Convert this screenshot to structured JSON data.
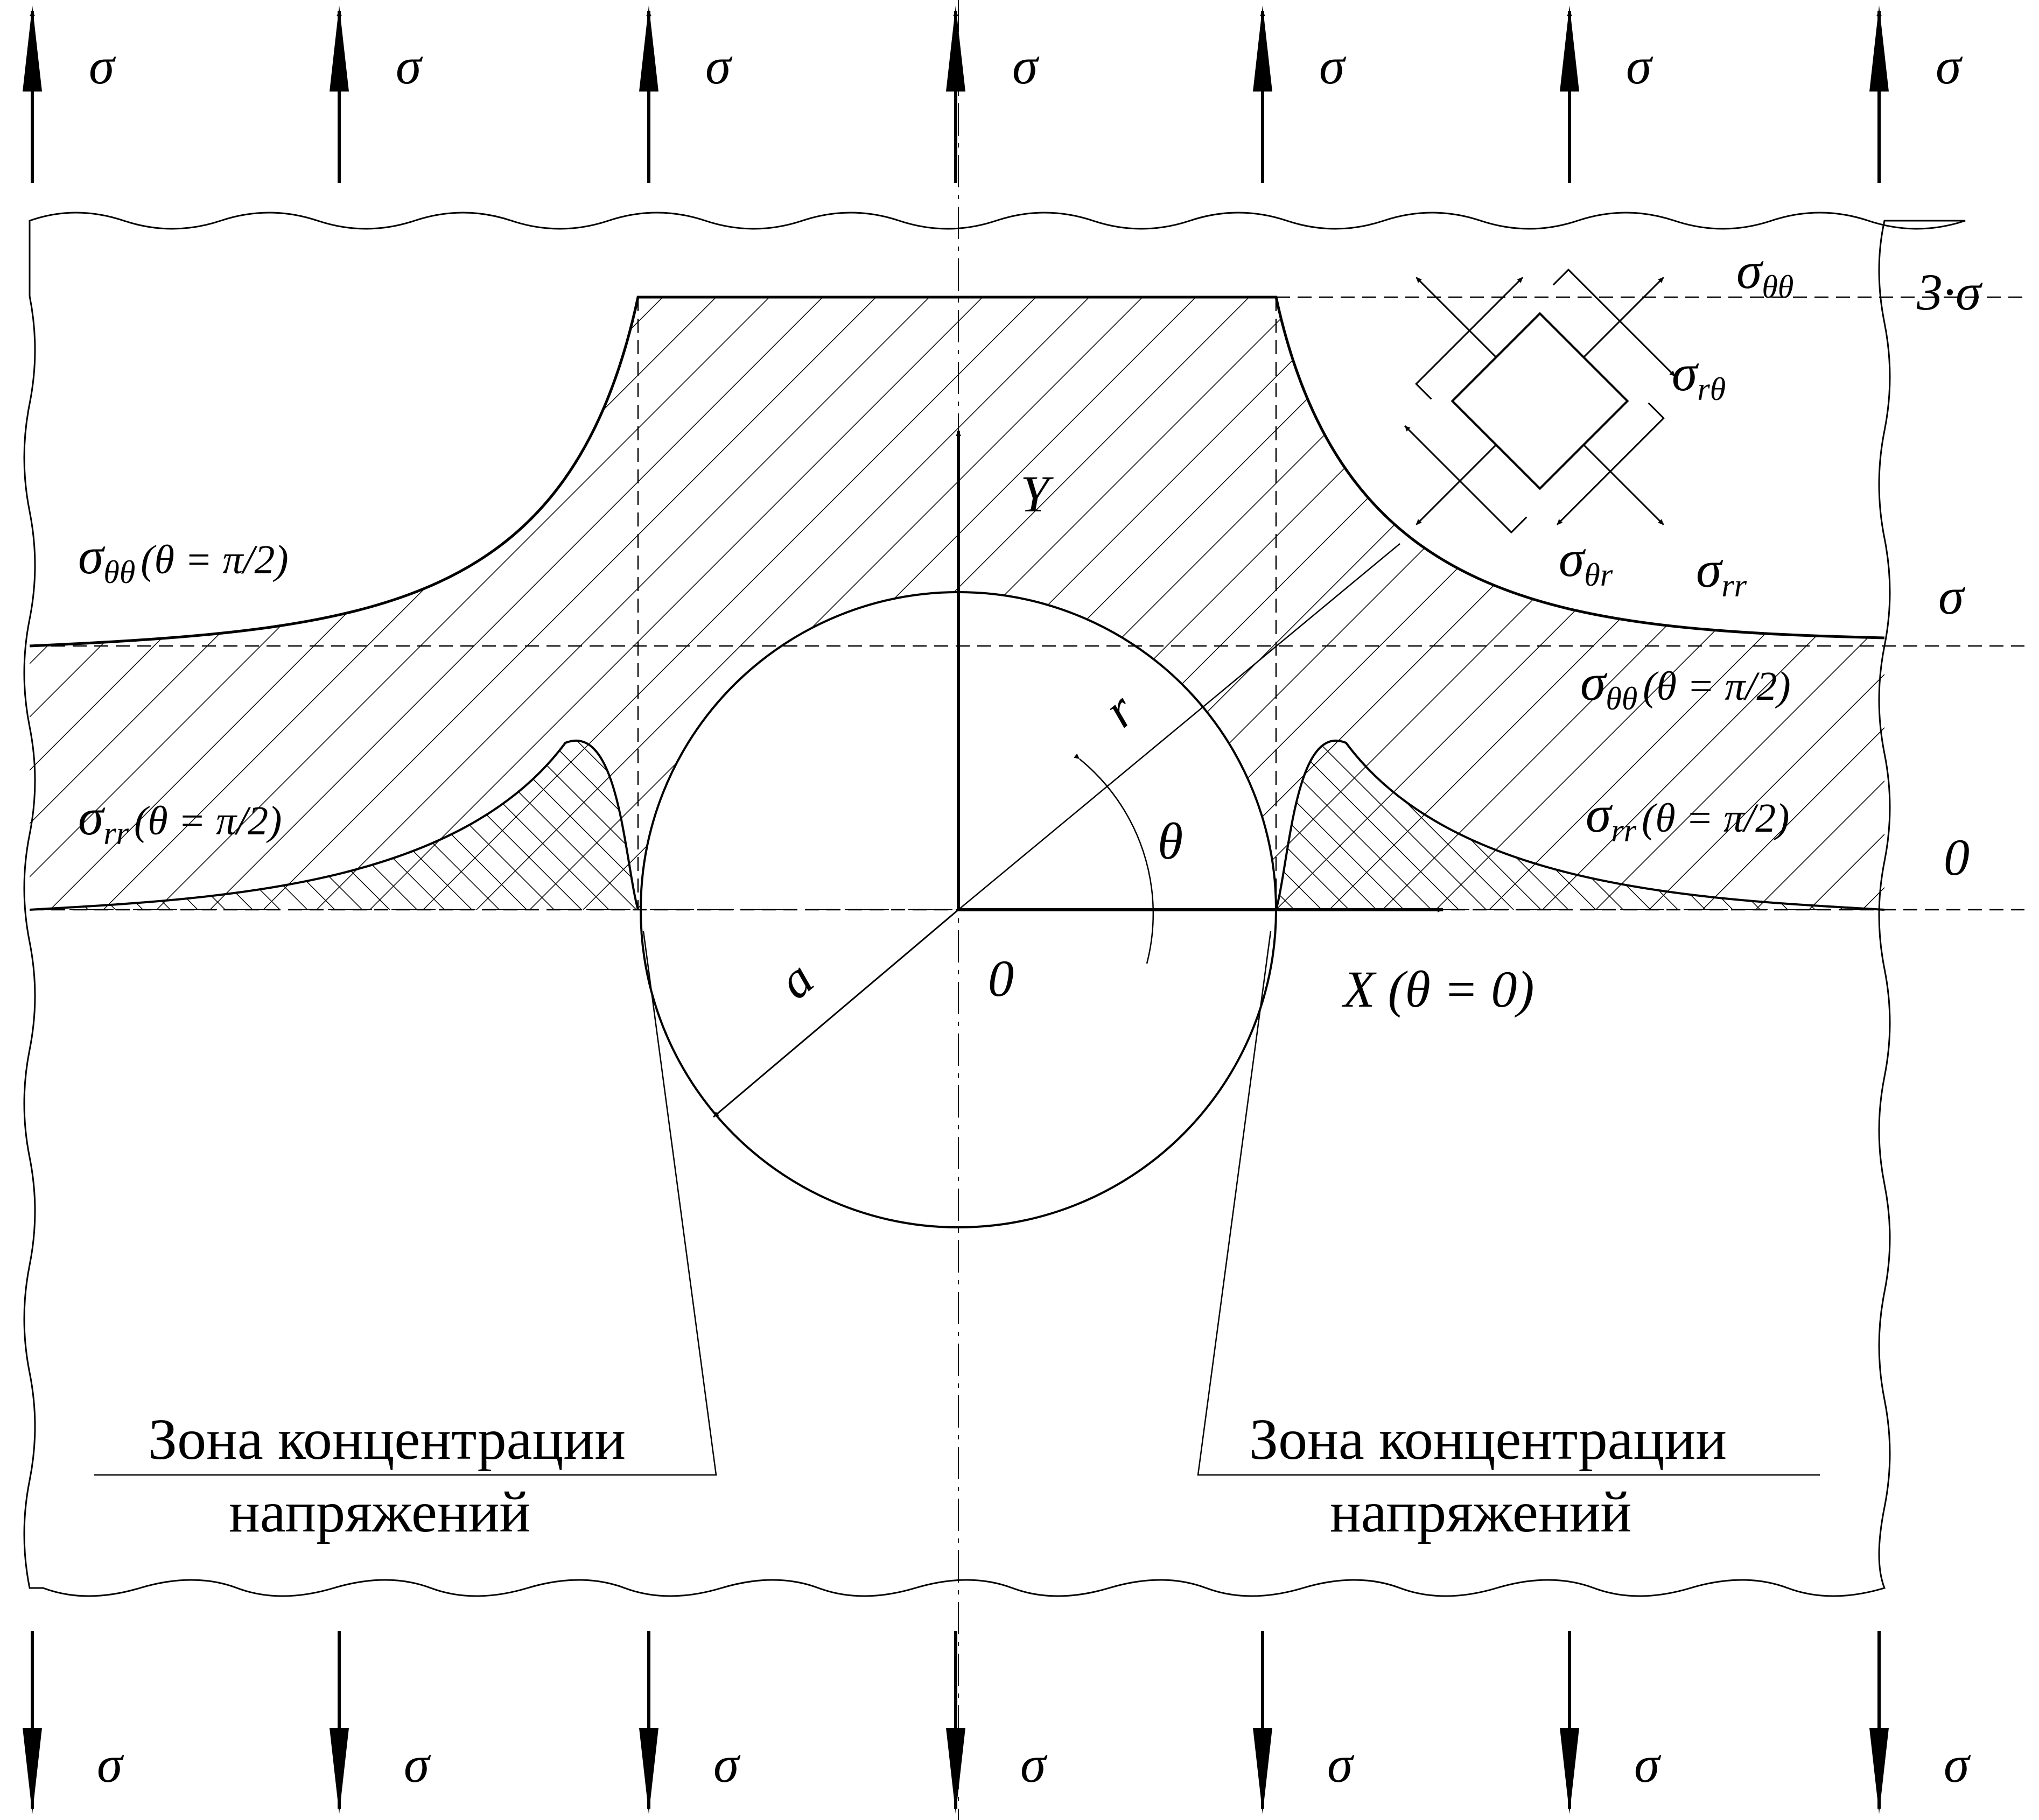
{
  "symbols": {
    "sigma": "σ",
    "three_sigma": "3·σ",
    "sigma_level": "σ",
    "zero_level": "0"
  },
  "labels": {
    "sigma_tt_left_main": "σ",
    "sigma_tt_left_sub": "θθ",
    "sigma_tt_left_cond": "(θ = π/2)",
    "sigma_rr_left_main": "σ",
    "sigma_rr_left_sub": "rr",
    "sigma_rr_left_cond": "(θ = π/2)",
    "sigma_tt_right_main": "σ",
    "sigma_tt_right_sub": "θθ",
    "sigma_tt_right_cond": "(θ = π/2)",
    "sigma_rr_right_main": "σ",
    "sigma_rr_right_sub": "rr",
    "sigma_rr_right_cond": "(θ = π/2)"
  },
  "element": {
    "s_tt_main": "σ",
    "s_tt_sub": "θθ",
    "s_rt_main": "σ",
    "s_rt_sub": "rθ",
    "s_tr_main": "σ",
    "s_tr_sub": "θr",
    "s_rr_main": "σ",
    "s_rr_sub": "rr"
  },
  "axes": {
    "y_label": "Y",
    "x_label": "X (θ = 0)",
    "origin_label": "0",
    "radius_label": "r",
    "angle_label": "θ",
    "hole_radius_label": "a"
  },
  "zones": {
    "left_line1": "Зона концентрации",
    "left_line2": "напряжений",
    "right_line1": "Зона концентрации",
    "right_line2": "напряжений"
  }
}
